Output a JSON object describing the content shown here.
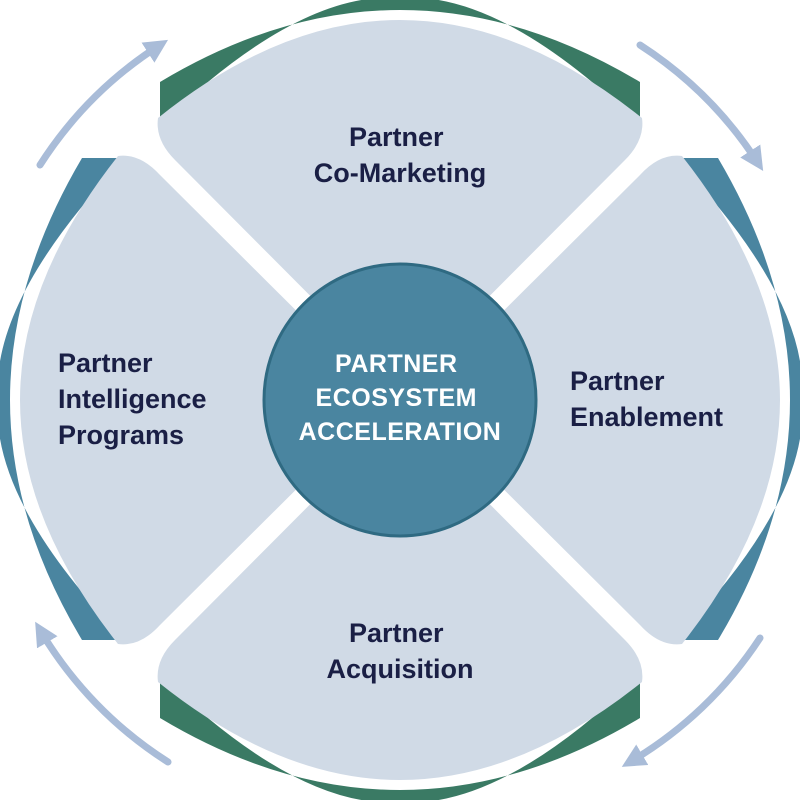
{
  "center": {
    "lines": [
      "PARTNER",
      "ECOSYSTEM",
      "ACCELERATION"
    ],
    "fill_color": "#4a85a0",
    "stroke_color": "#2f6a82"
  },
  "segments": {
    "top": {
      "lines": [
        "Partner",
        "Co-Marketing"
      ],
      "rim_color": "#3a7a64"
    },
    "right": {
      "lines": [
        "Partner",
        "Enablement"
      ],
      "rim_color": "#4a85a0"
    },
    "bottom": {
      "lines": [
        "Partner",
        "Acquisition"
      ],
      "rim_color": "#3a7a64"
    },
    "left": {
      "lines": [
        "Partner",
        "Intelligence",
        "Programs"
      ],
      "rim_color": "#4a85a0"
    }
  },
  "colors": {
    "segment_fill": "#d0dae6",
    "arrow": "#a9bcd8",
    "label_text": "#1a1f45"
  },
  "cycle_arrows": [
    "arrow-top-left",
    "arrow-top-right",
    "arrow-bottom-right",
    "arrow-bottom-left"
  ]
}
